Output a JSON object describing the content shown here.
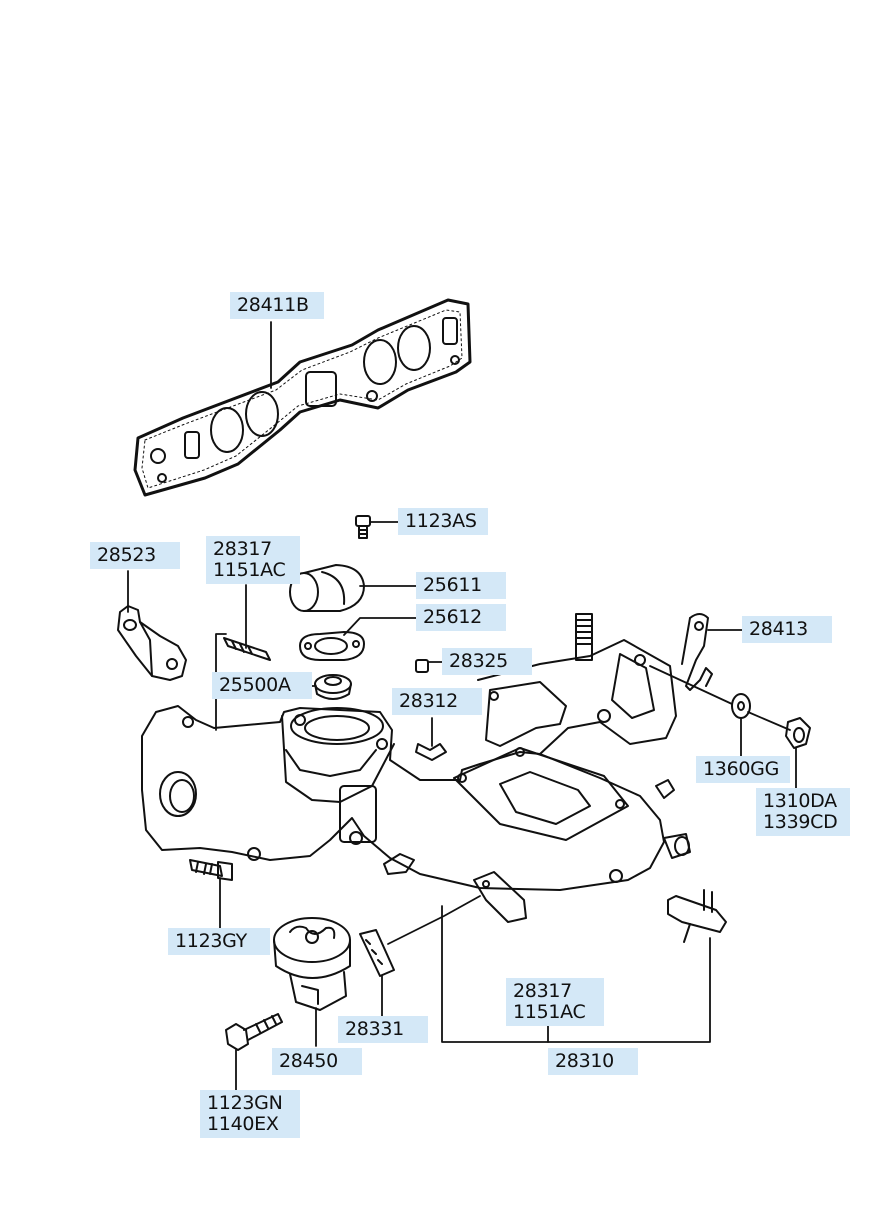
{
  "diagram": {
    "labels": {
      "l28411B": "28411B",
      "l1123AS": "1123AS",
      "l28523": "28523",
      "l28317a": "28317",
      "l1151ACa": "1151AC",
      "l25611": "25611",
      "l25612": "25612",
      "l28413": "28413",
      "l28325": "28325",
      "l25500A": "25500A",
      "l28312": "28312",
      "l1360GG": "1360GG",
      "l1310DA": "1310DA",
      "l1339CD": "1339CD",
      "l1123GY": "1123GY",
      "l28331": "28331",
      "l28317b": "28317",
      "l1151ACb": "1151AC",
      "l28450": "28450",
      "l28310": "28310",
      "l1123GN": "1123GN",
      "l1140EX": "1140EX"
    },
    "colors": {
      "label_bg": "#d4e8f7",
      "line": "#111111"
    }
  }
}
